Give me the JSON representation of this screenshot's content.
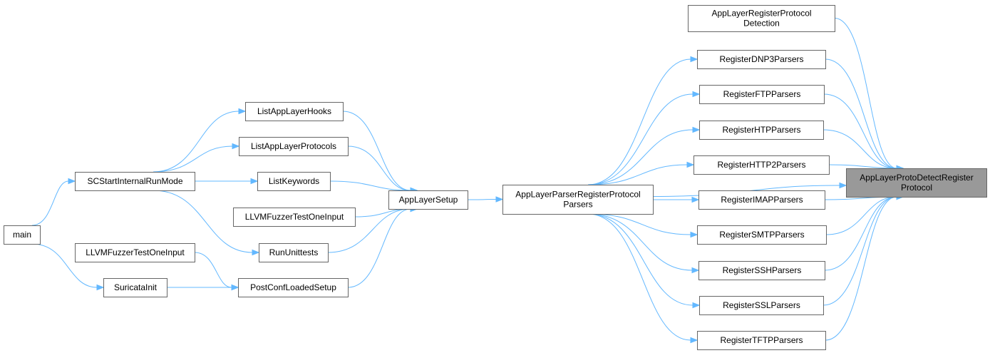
{
  "graph": {
    "colors": {
      "edge": "#63b8ff",
      "node_border": "#666666",
      "node_fill": "#ffffff",
      "highlight_fill": "#999999"
    },
    "nodes": [
      {
        "id": "main",
        "lines": [
          "main"
        ]
      },
      {
        "id": "scstart",
        "lines": [
          "SCStartInternalRunMode"
        ]
      },
      {
        "id": "suricatainit",
        "lines": [
          "SuricataInit"
        ]
      },
      {
        "id": "llvm2",
        "lines": [
          "LLVMFuzzerTestOneInput"
        ]
      },
      {
        "id": "listhooks",
        "lines": [
          "ListAppLayerHooks"
        ]
      },
      {
        "id": "listprotocols",
        "lines": [
          "ListAppLayerProtocols"
        ]
      },
      {
        "id": "listkeywords",
        "lines": [
          "ListKeywords"
        ]
      },
      {
        "id": "llvm1",
        "lines": [
          "LLVMFuzzerTestOneInput"
        ]
      },
      {
        "id": "rununittests",
        "lines": [
          "RunUnittests"
        ]
      },
      {
        "id": "postconf",
        "lines": [
          "PostConfLoadedSetup"
        ]
      },
      {
        "id": "applayersetup",
        "lines": [
          "AppLayerSetup"
        ]
      },
      {
        "id": "parserregister",
        "lines": [
          "AppLayerParserRegisterProtocol",
          "Parsers"
        ]
      },
      {
        "id": "protodetection",
        "lines": [
          "AppLayerRegisterProtocol",
          "Detection"
        ]
      },
      {
        "id": "dnp3",
        "lines": [
          "RegisterDNP3Parsers"
        ]
      },
      {
        "id": "ftp",
        "lines": [
          "RegisterFTPParsers"
        ]
      },
      {
        "id": "htp",
        "lines": [
          "RegisterHTPParsers"
        ]
      },
      {
        "id": "http2",
        "lines": [
          "RegisterHTTP2Parsers"
        ]
      },
      {
        "id": "imap",
        "lines": [
          "RegisterIMAPParsers"
        ]
      },
      {
        "id": "smtp",
        "lines": [
          "RegisterSMTPParsers"
        ]
      },
      {
        "id": "ssh",
        "lines": [
          "RegisterSSHParsers"
        ]
      },
      {
        "id": "ssl",
        "lines": [
          "RegisterSSLParsers"
        ]
      },
      {
        "id": "tftp",
        "lines": [
          "RegisterTFTPParsers"
        ]
      },
      {
        "id": "target",
        "lines": [
          "AppLayerProtoDetectRegister",
          "Protocol"
        ],
        "highlight": true
      }
    ],
    "edges": [
      {
        "from": "main",
        "to": "scstart"
      },
      {
        "from": "main",
        "to": "suricatainit"
      },
      {
        "from": "scstart",
        "to": "listhooks"
      },
      {
        "from": "scstart",
        "to": "listprotocols"
      },
      {
        "from": "scstart",
        "to": "listkeywords"
      },
      {
        "from": "scstart",
        "to": "rununittests"
      },
      {
        "from": "suricatainit",
        "to": "postconf"
      },
      {
        "from": "llvm2",
        "to": "postconf"
      },
      {
        "from": "listhooks",
        "to": "applayersetup"
      },
      {
        "from": "listprotocols",
        "to": "applayersetup"
      },
      {
        "from": "listkeywords",
        "to": "applayersetup"
      },
      {
        "from": "llvm1",
        "to": "applayersetup"
      },
      {
        "from": "rununittests",
        "to": "applayersetup"
      },
      {
        "from": "postconf",
        "to": "applayersetup"
      },
      {
        "from": "applayersetup",
        "to": "parserregister"
      },
      {
        "from": "parserregister",
        "to": "dnp3"
      },
      {
        "from": "parserregister",
        "to": "ftp"
      },
      {
        "from": "parserregister",
        "to": "htp"
      },
      {
        "from": "parserregister",
        "to": "http2"
      },
      {
        "from": "parserregister",
        "to": "imap"
      },
      {
        "from": "parserregister",
        "to": "smtp"
      },
      {
        "from": "parserregister",
        "to": "ssh"
      },
      {
        "from": "parserregister",
        "to": "ssl"
      },
      {
        "from": "parserregister",
        "to": "tftp"
      },
      {
        "from": "parserregister",
        "to": "target"
      },
      {
        "from": "protodetection",
        "to": "target"
      },
      {
        "from": "dnp3",
        "to": "target"
      },
      {
        "from": "ftp",
        "to": "target"
      },
      {
        "from": "htp",
        "to": "target"
      },
      {
        "from": "http2",
        "to": "target"
      },
      {
        "from": "imap",
        "to": "target"
      },
      {
        "from": "smtp",
        "to": "target"
      },
      {
        "from": "ssh",
        "to": "target"
      },
      {
        "from": "ssl",
        "to": "target"
      },
      {
        "from": "tftp",
        "to": "target"
      }
    ]
  }
}
